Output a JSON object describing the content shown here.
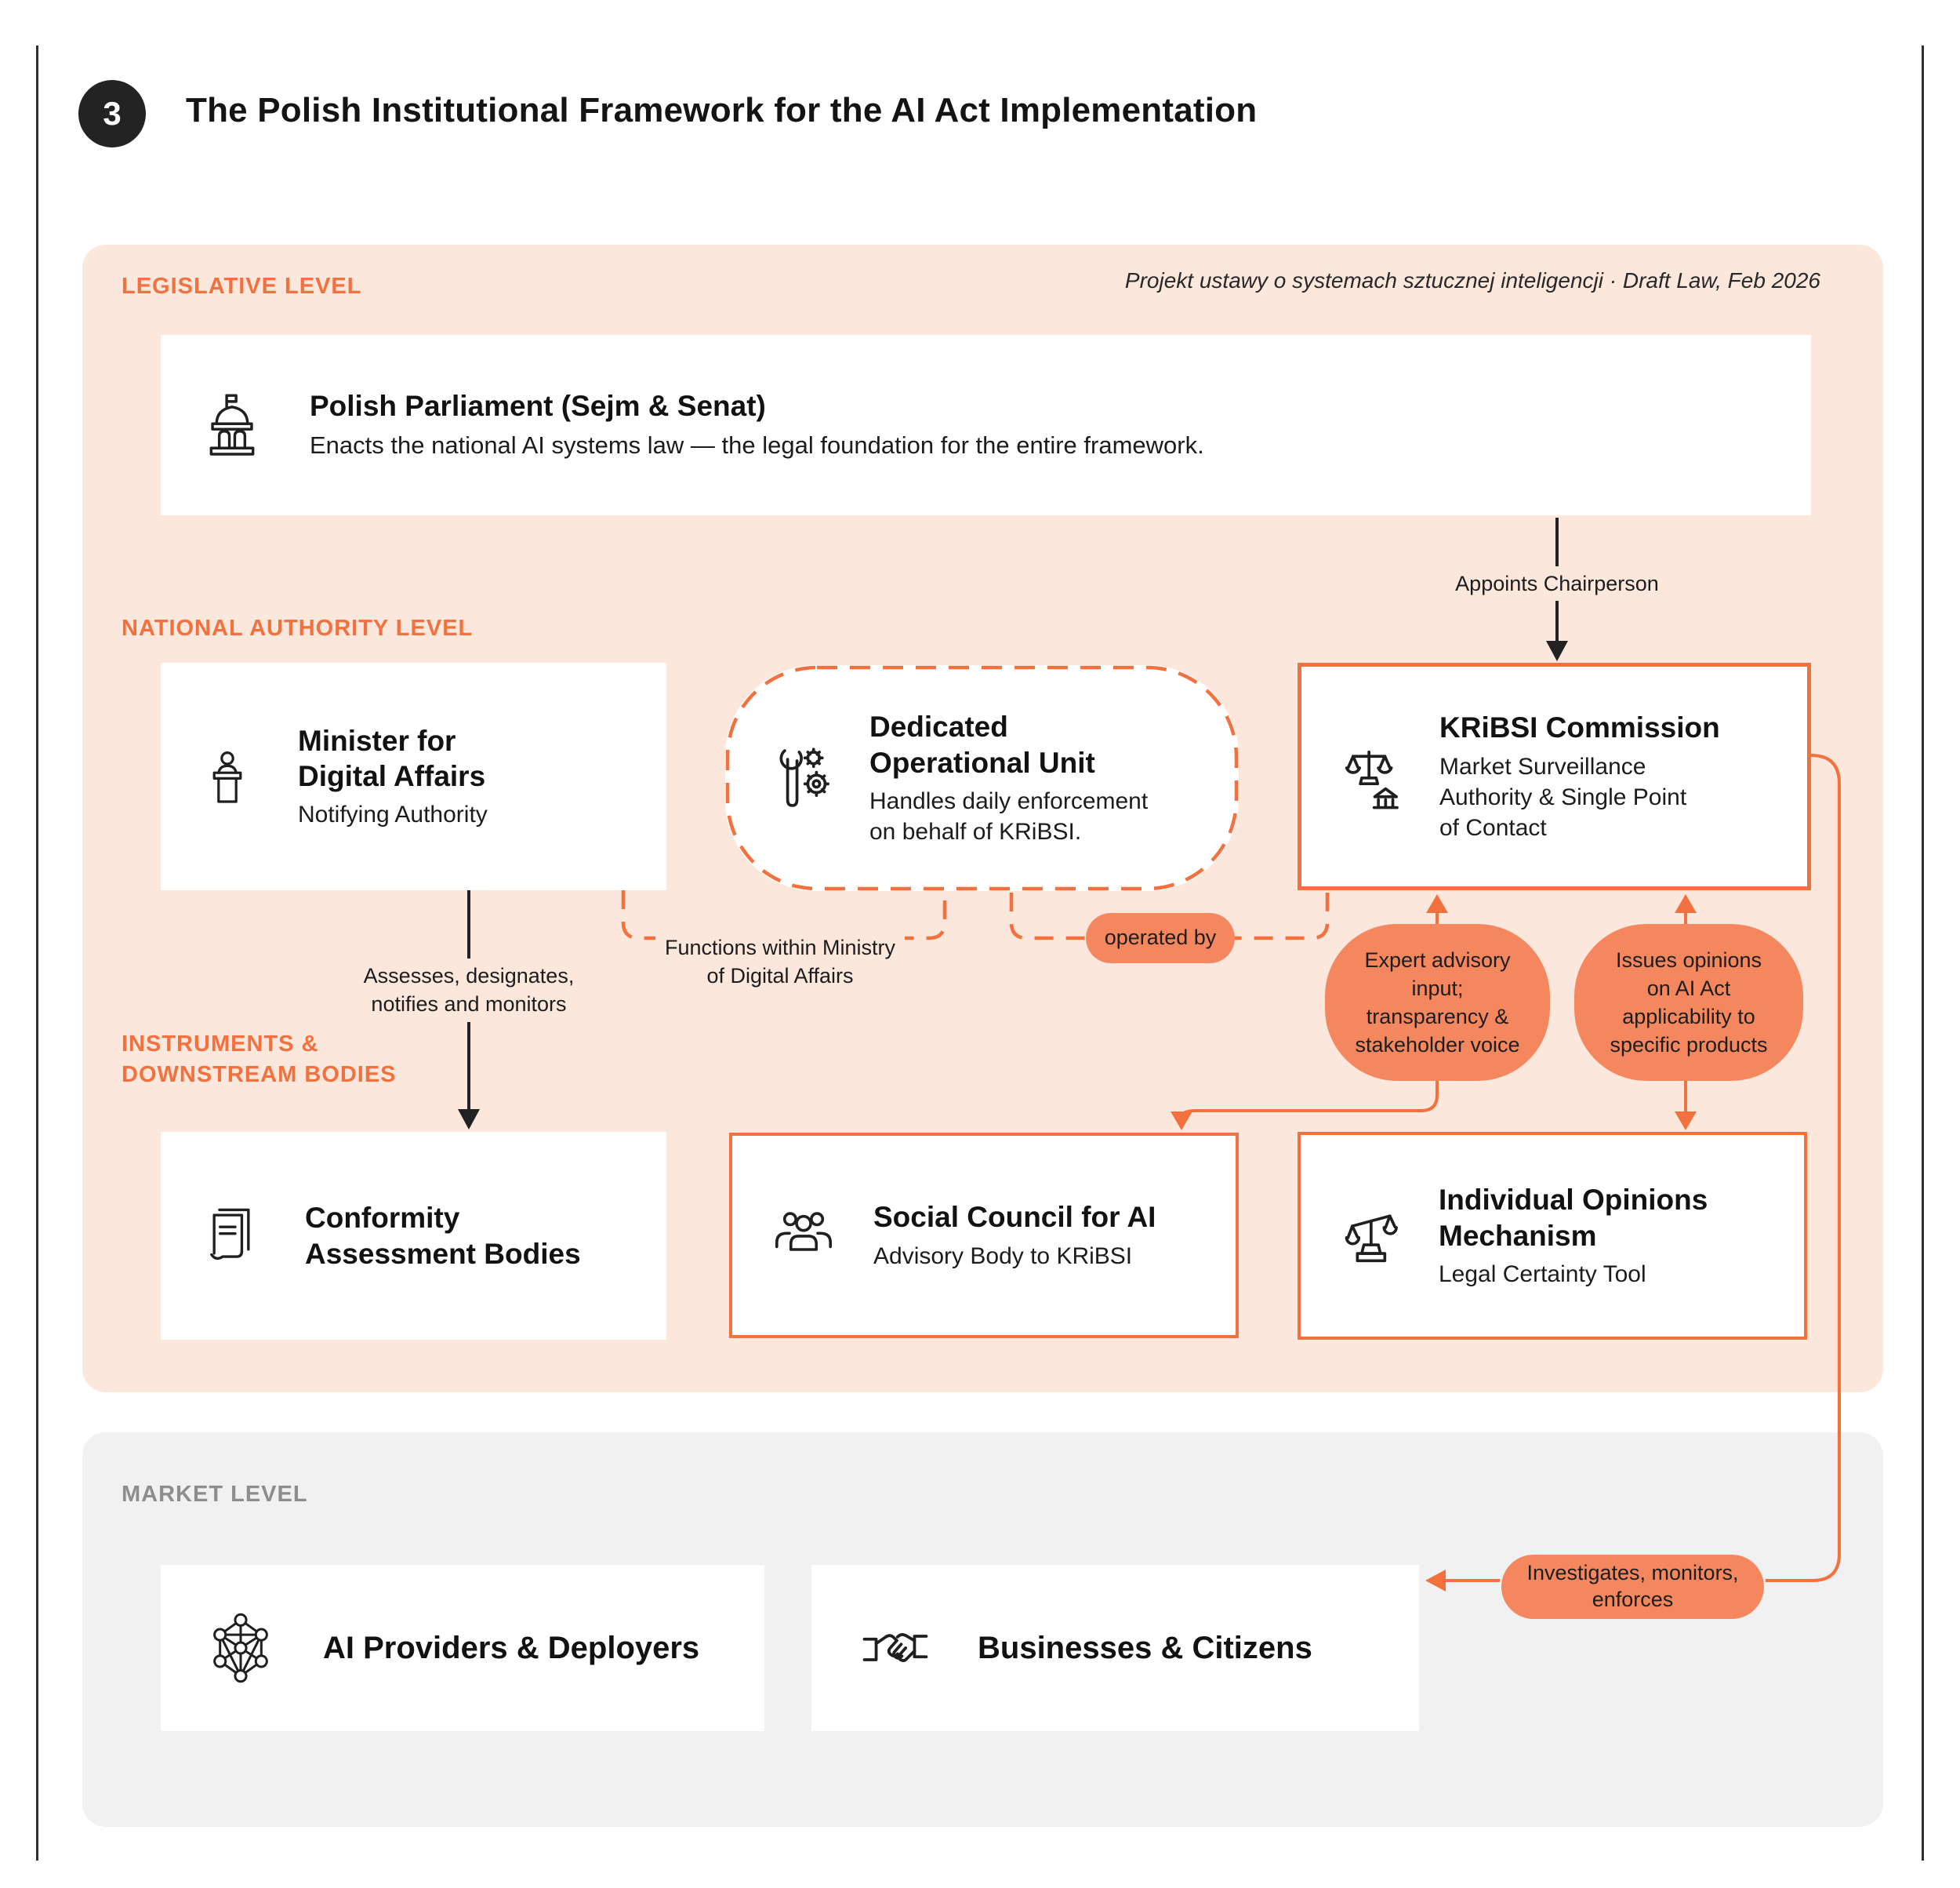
{
  "header": {
    "badge": "3",
    "title": "The Polish Institutional Framework for the AI Act Implementation"
  },
  "legislative": {
    "label": "LEGISLATIVE LEVEL",
    "caption": "Projekt ustawy o systemach sztucznej inteligencji · Draft Law, Feb 2026",
    "parliament_title": "Polish Parliament (Sejm & Senat)",
    "parliament_desc": "Enacts the national AI systems law — the legal foundation for the entire framework.",
    "appoints_label": "Appoints Chairperson"
  },
  "national": {
    "label": "NATIONAL AUTHORITY LEVEL",
    "minister_title": "Minister for\nDigital Affairs",
    "minister_subtitle": "Notifying Authority",
    "unit_title": "Dedicated\nOperational Unit",
    "unit_desc": "Handles daily enforcement\non behalf of KRiBSI.",
    "kribsi_title": "KRiBSI Commission",
    "kribsi_subtitle": "Market Surveillance\nAuthority & Single Point\nof Contact",
    "functions_label": "Functions within Ministry\nof Digital Affairs",
    "operated_by": "operated by",
    "assesses_label": "Assesses, designates,\nnotifies and monitors",
    "expert_bubble": "Expert advisory\ninput;\ntransparency &\nstakeholder voice",
    "opinions_bubble": "Issues opinions\non AI Act\napplicability to\nspecific products"
  },
  "instruments": {
    "label": "INSTRUMENTS &\nDOWNSTREAM BODIES",
    "conformity_title": "Conformity\nAssessment Bodies",
    "social_title": "Social Council for AI",
    "social_subtitle": "Advisory Body to KRiBSI",
    "individual_title": "Individual Opinions\nMechanism",
    "individual_subtitle": "Legal Certainty Tool"
  },
  "market": {
    "label": "MARKET LEVEL",
    "providers_title": "AI Providers & Deployers",
    "businesses_title": "Businesses & Citizens",
    "investigates_bubble": "Investigates, monitors,\nenforces"
  },
  "colors": {
    "accent": "#F2713F",
    "bubble_fill": "#F5875F",
    "panel_peach": "#FBE7DC",
    "panel_gray": "#F1F1F1",
    "badge_bg": "#232323"
  }
}
